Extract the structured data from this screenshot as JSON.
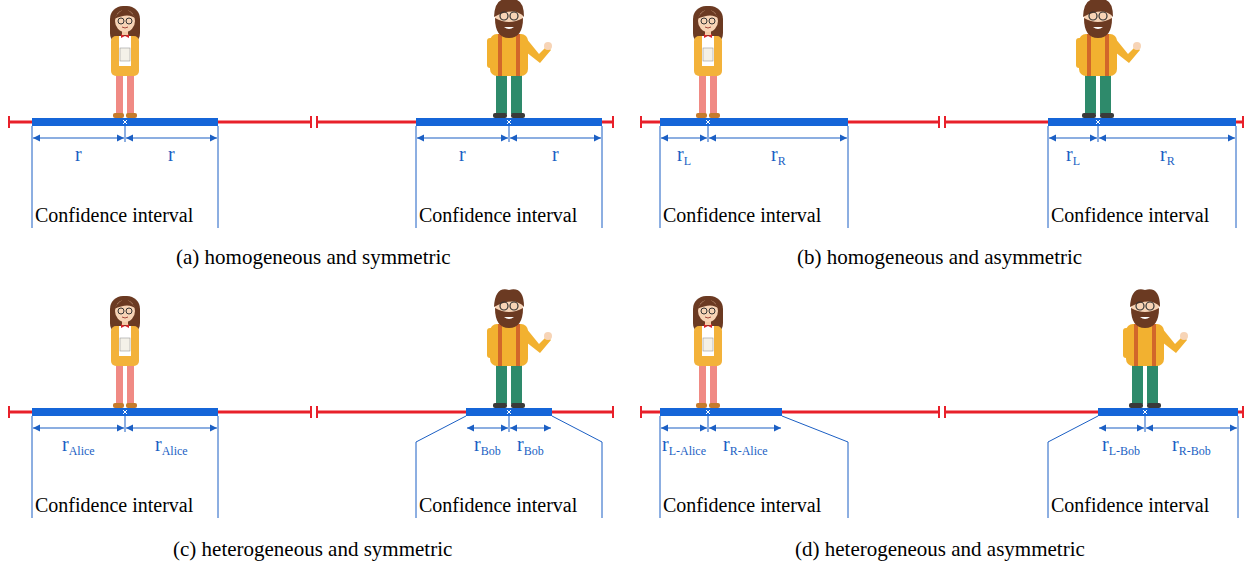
{
  "diagram": {
    "labels": [
      "r",
      "r",
      "Confidence interval",
      "r",
      "r",
      "Confidence interval",
      "(a) homogeneous and symmetric",
      "rL",
      "rR",
      "Confidence interval",
      "rL",
      "rR",
      "Confidence interval",
      "(b) homogeneous and asymmetric",
      "rAlice",
      "rAlice",
      "Confidence interval",
      "rBob",
      "rBob",
      "Confidence interval",
      "(c) heterogeneous and symmetric",
      "rL-Alice",
      "rR-Alice",
      "Confidence interval",
      "rL-Bob",
      "rR-Bob",
      "Confidence interval",
      "(d) heterogeneous and asymmetric"
    ]
  }
}
